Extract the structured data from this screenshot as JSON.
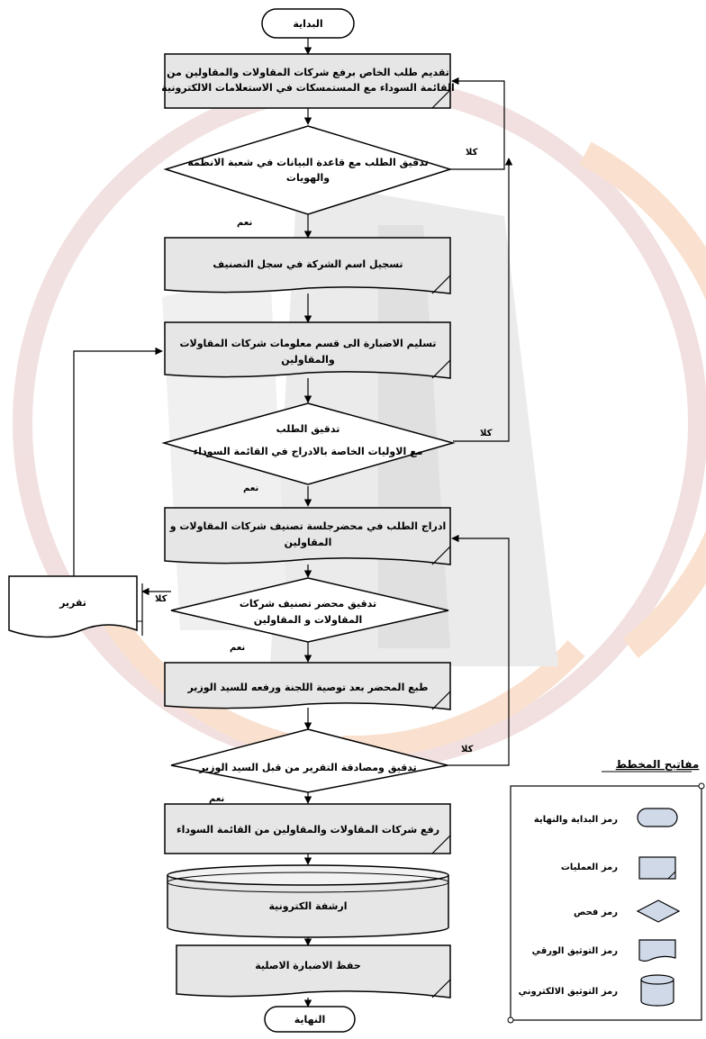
{
  "colors": {
    "box_fill": "#e6e6e6",
    "box_stroke": "#000000",
    "legend_fill": "#cfd9e8",
    "watermark_red": "#c0392b",
    "watermark_orange": "#f0a070",
    "watermark_grey": "#cccccc"
  },
  "flow": {
    "start": "البداية",
    "step1_line1": "تقديم طلب الخاص برفع شركات المقاولات والمقاولين من",
    "step1_line2": "القائمة السوداء مع المستمسكات في الاستعلامات الالكترونية",
    "decision1_line1": "تدقيق الطلب مع قاعدة البيانات في شعبة الانظمة",
    "decision1_line2": "والهويات",
    "step2": "تسجيل اسم الشركة في سجل التصنيف",
    "step3_line1": "تسليم الاضبارة الى قسم معلومات شركات المقاولات",
    "step3_line2": "والمقاولين",
    "decision2_line1": "تدقيق الطلب",
    "decision2_line2": "مع الاوليات الخاصة  بالادراج  في القائمة السوداء",
    "step4_line1": "ادراج الطلب في محضرجلسة تصنيف  شركات المقاولات و",
    "step4_line2": "المقاولين",
    "decision3_line1": "تدقيق محضر تصنيف شركات",
    "decision3_line2": "المقاولات و المقاولين",
    "report": "تقرير",
    "step5": "طبع المحضر بعد توصية اللجنة ورفعه للسيد الوزير",
    "decision4": "تدقيق ومصادقة التقرير من قبل السيد الوزير",
    "step6": "رفع شركات المقاولات والمقاولين من القائمة السوداء",
    "archive": "ارشفة الكترونية",
    "step7": "حفظ الاضبارة الاصلية",
    "end": "النهاية",
    "yes": "نعم",
    "no": "كلا"
  },
  "legend": {
    "title": "مفاتيح المخطط",
    "items": [
      {
        "label": "رمز البداية والنهاية",
        "icon": "terminator-icon"
      },
      {
        "label": "رمز العمليات",
        "icon": "process-icon"
      },
      {
        "label": "رمز فحص",
        "icon": "decision-icon"
      },
      {
        "label": "رمز التوثيق الورقي",
        "icon": "document-icon"
      },
      {
        "label": "رمز التوثيق الالكتروني",
        "icon": "database-icon"
      }
    ]
  }
}
